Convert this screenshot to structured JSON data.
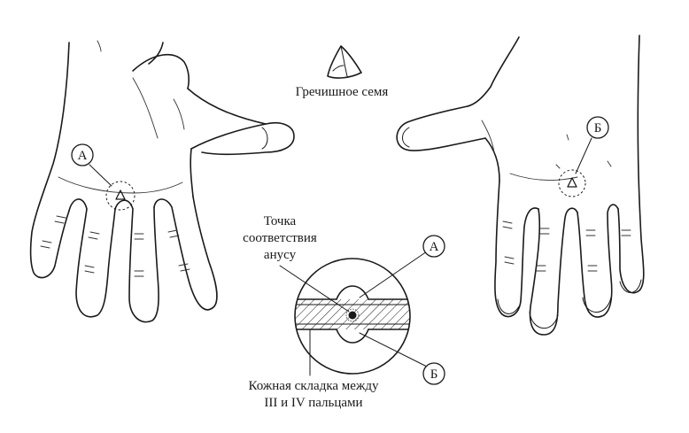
{
  "labels": {
    "seed_caption": "Гречишное семя",
    "point_title": [
      "Точка",
      "соответствия",
      "анусу"
    ],
    "fold_caption": [
      "Кожная складка между",
      "III и IV пальцами"
    ]
  },
  "markers": {
    "a": "А",
    "b": "Б"
  }
}
